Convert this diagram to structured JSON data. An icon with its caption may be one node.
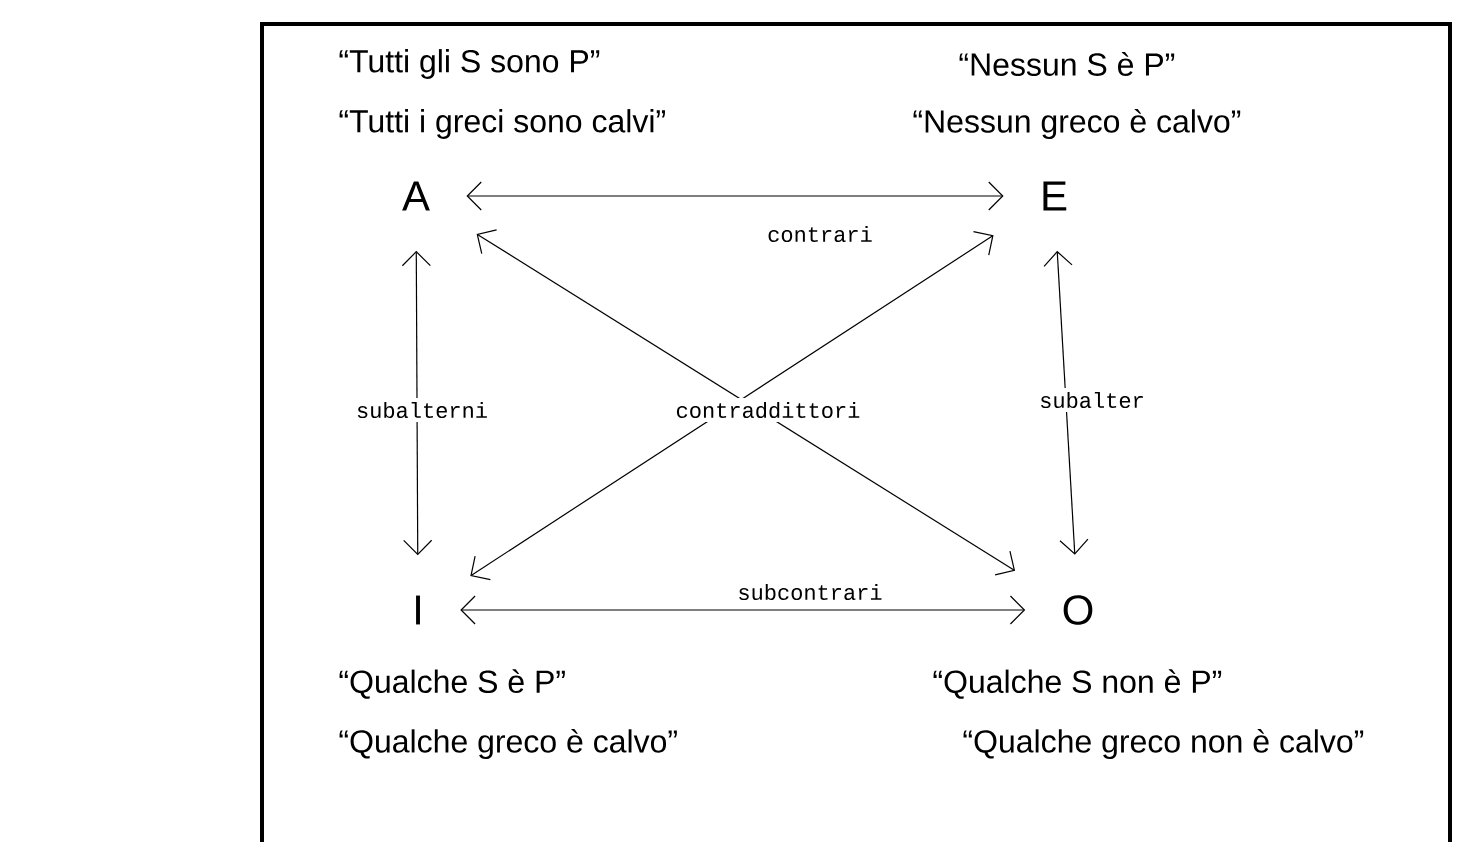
{
  "diagram": {
    "nodes": [
      {
        "text": [
          "A"
        ],
        "beside": [
          "“Tutti gli S sono P”",
          "“Tutti i greci sono calvi”"
        ]
      },
      {
        "text": [
          "E"
        ],
        "beside": [
          "“Nessun S è P”",
          "“Nessun greco è calvo”"
        ]
      },
      {
        "text": [
          "I"
        ],
        "beside": [
          "“Qualche S è P”",
          "“Qualche greco è calvo”"
        ]
      },
      {
        "text": [
          "O"
        ],
        "beside": [
          "“Qualche S non è P”",
          "“Qualche greco non è calvo”"
        ]
      }
    ],
    "edges": [
      {
        "from": 0,
        "to": 1,
        "arrow": "both",
        "label": "contrari"
      },
      {
        "from": 0,
        "to": 2,
        "arrow": "both",
        "label": "subalterni"
      },
      {
        "from": 1,
        "to": 3,
        "arrow": "both",
        "label": "subalter"
      },
      {
        "from": 0,
        "to": 3,
        "arrow": "both"
      },
      {
        "from": 1,
        "to": 2,
        "arrow": "both"
      },
      {
        "from": 2,
        "to": 3,
        "arrow": "both",
        "label": "subcontrari"
      }
    ],
    "labels": [
      "contraddittori"
    ]
  }
}
